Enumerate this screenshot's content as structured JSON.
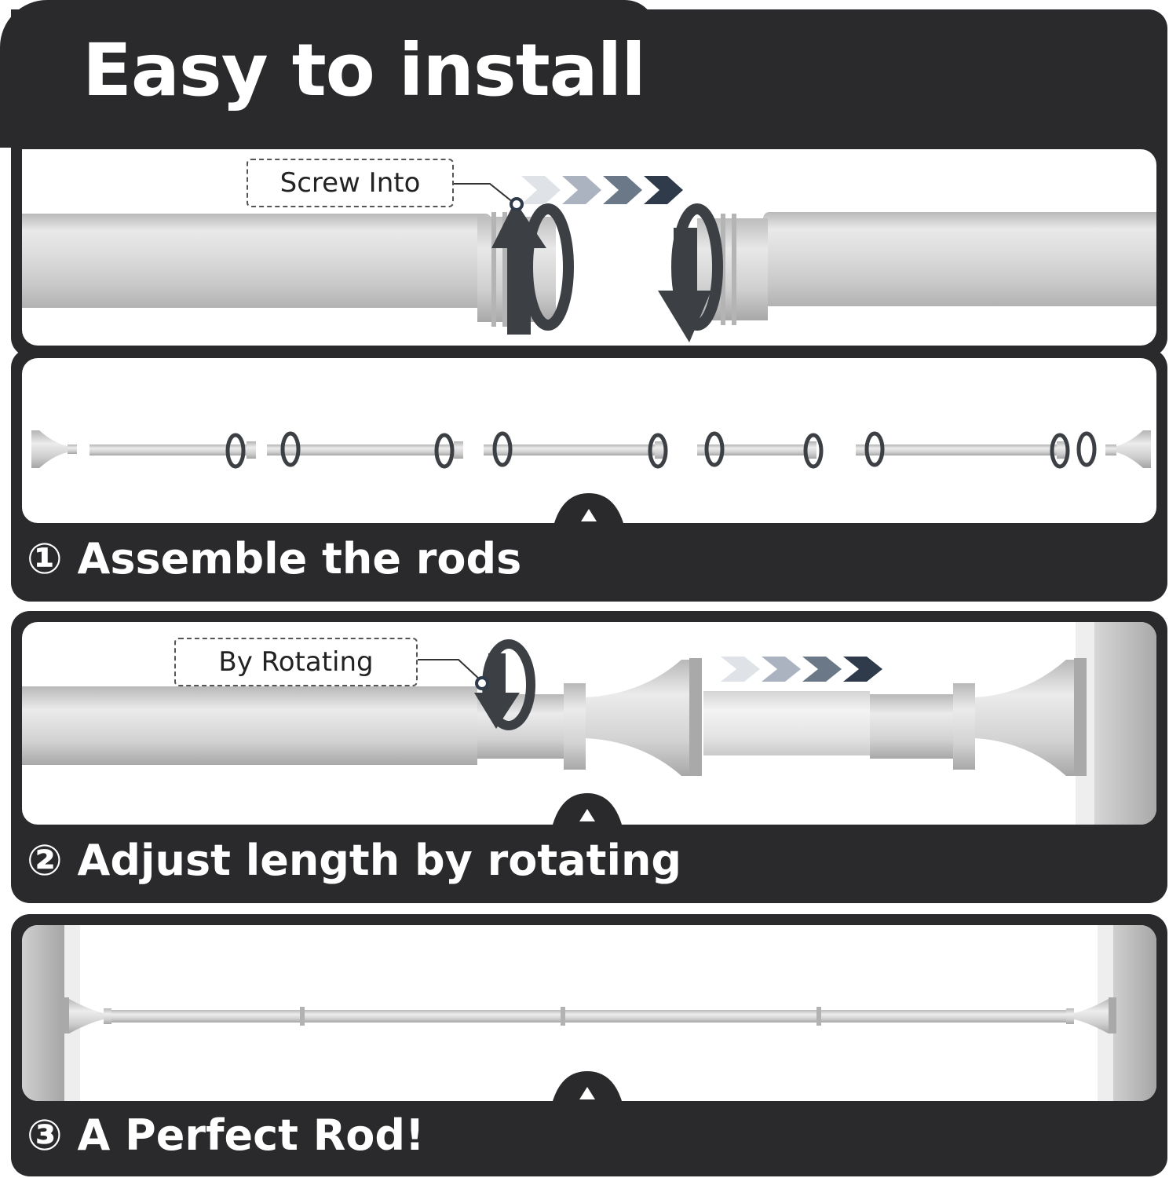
{
  "title": "Easy to install",
  "labels": {
    "screw_into": "Screw Into",
    "by_rotating": "By Rotating"
  },
  "steps": [
    {
      "number": "①",
      "text": "Assemble the rods"
    },
    {
      "number": "②",
      "text": "Adjust length by rotating"
    },
    {
      "number": "③",
      "text": "A Perfect Rod!"
    }
  ],
  "colors": {
    "frame": "#2a2a2c",
    "panel": "#ffffff",
    "arrow_dark": "#2f3b4a",
    "rotate_arrow": "#3c3f43"
  }
}
